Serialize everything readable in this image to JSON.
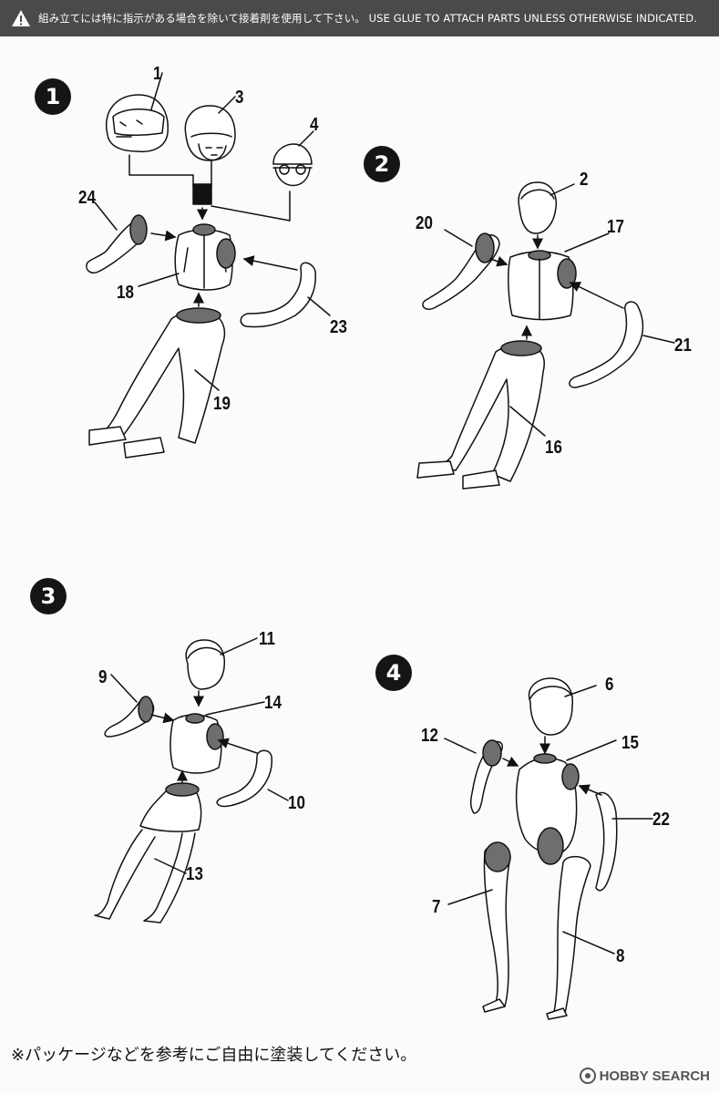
{
  "header": {
    "warning_text": "組み立てには特に指示がある場合を除いて接着剤を使用して下さい。 USE GLUE TO ATTACH PARTS UNLESS OTHERWISE INDICATED."
  },
  "steps": {
    "s1": "1",
    "s2": "2",
    "s3": "3",
    "s4": "4"
  },
  "parts": {
    "step1": [
      "1",
      "3",
      "4",
      "24",
      "18",
      "23",
      "19"
    ],
    "step2": [
      "2",
      "20",
      "17",
      "21",
      "16"
    ],
    "step3": [
      "11",
      "9",
      "14",
      "10",
      "13"
    ],
    "step4": [
      "6",
      "12",
      "15",
      "22",
      "7",
      "8"
    ]
  },
  "footer": {
    "note": "※パッケージなどを参考にご自由に塗装してください。",
    "brand": "HOBBY SEARCH"
  },
  "colors": {
    "header_bg": "#4a4a4a",
    "glue_area": "#6e6e6e"
  }
}
